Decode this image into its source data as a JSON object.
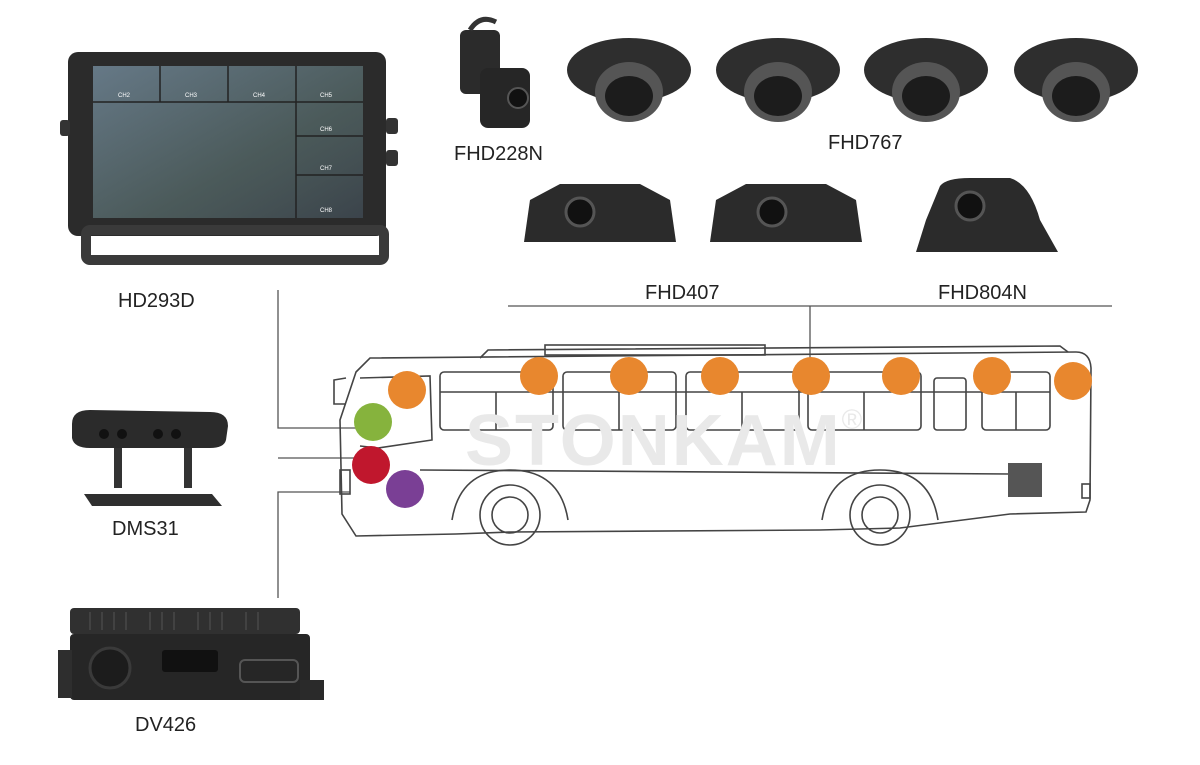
{
  "devices": {
    "monitor": {
      "label": "HD293D",
      "screen_tags": [
        "CH2",
        "CH3",
        "CH4",
        "CH5",
        "CH6",
        "CH7",
        "CH8"
      ]
    },
    "dms": {
      "label": "DMS31"
    },
    "dvr": {
      "label": "DV426"
    },
    "camera_a": {
      "label": "FHD228N"
    },
    "camera_b": {
      "label": "FHD767"
    },
    "camera_c": {
      "label": "FHD407"
    },
    "camera_d": {
      "label": "FHD804N"
    }
  },
  "watermark": {
    "brand": "STONKAM",
    "mark": "®"
  },
  "colors": {
    "line": "#555555",
    "bus_outline": "#444444",
    "orange_dot": "#e8872e",
    "green_dot": "#86b33d",
    "red_dot": "#c0172d",
    "purple_dot": "#7a3f95",
    "device_dark": "#2b2b2b"
  },
  "bus": {
    "camera_dot_count": 8
  }
}
